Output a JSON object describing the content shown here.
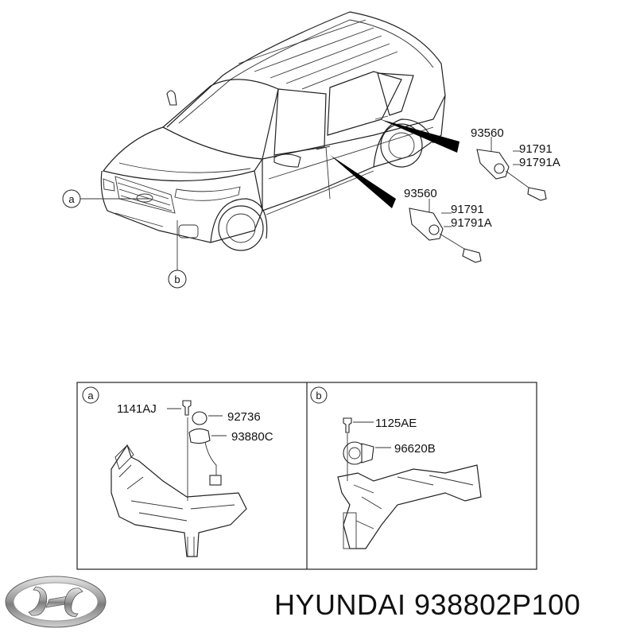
{
  "callouts": {
    "a": "a",
    "b": "b"
  },
  "door_front": {
    "sensor": "93560",
    "screw1": "91791",
    "screw2": "91791A"
  },
  "door_rear": {
    "sensor": "93560",
    "screw1": "91791",
    "screw2": "91791A"
  },
  "panel_a": {
    "tag": "a",
    "bolt": "1141AJ",
    "bushing": "92736",
    "switch": "93880C"
  },
  "panel_b": {
    "tag": "b",
    "bolt": "1125AE",
    "horn": "96620B"
  },
  "brand": {
    "logo": "hyundai-logo",
    "caption": "HYUNDAI 938802P100"
  }
}
